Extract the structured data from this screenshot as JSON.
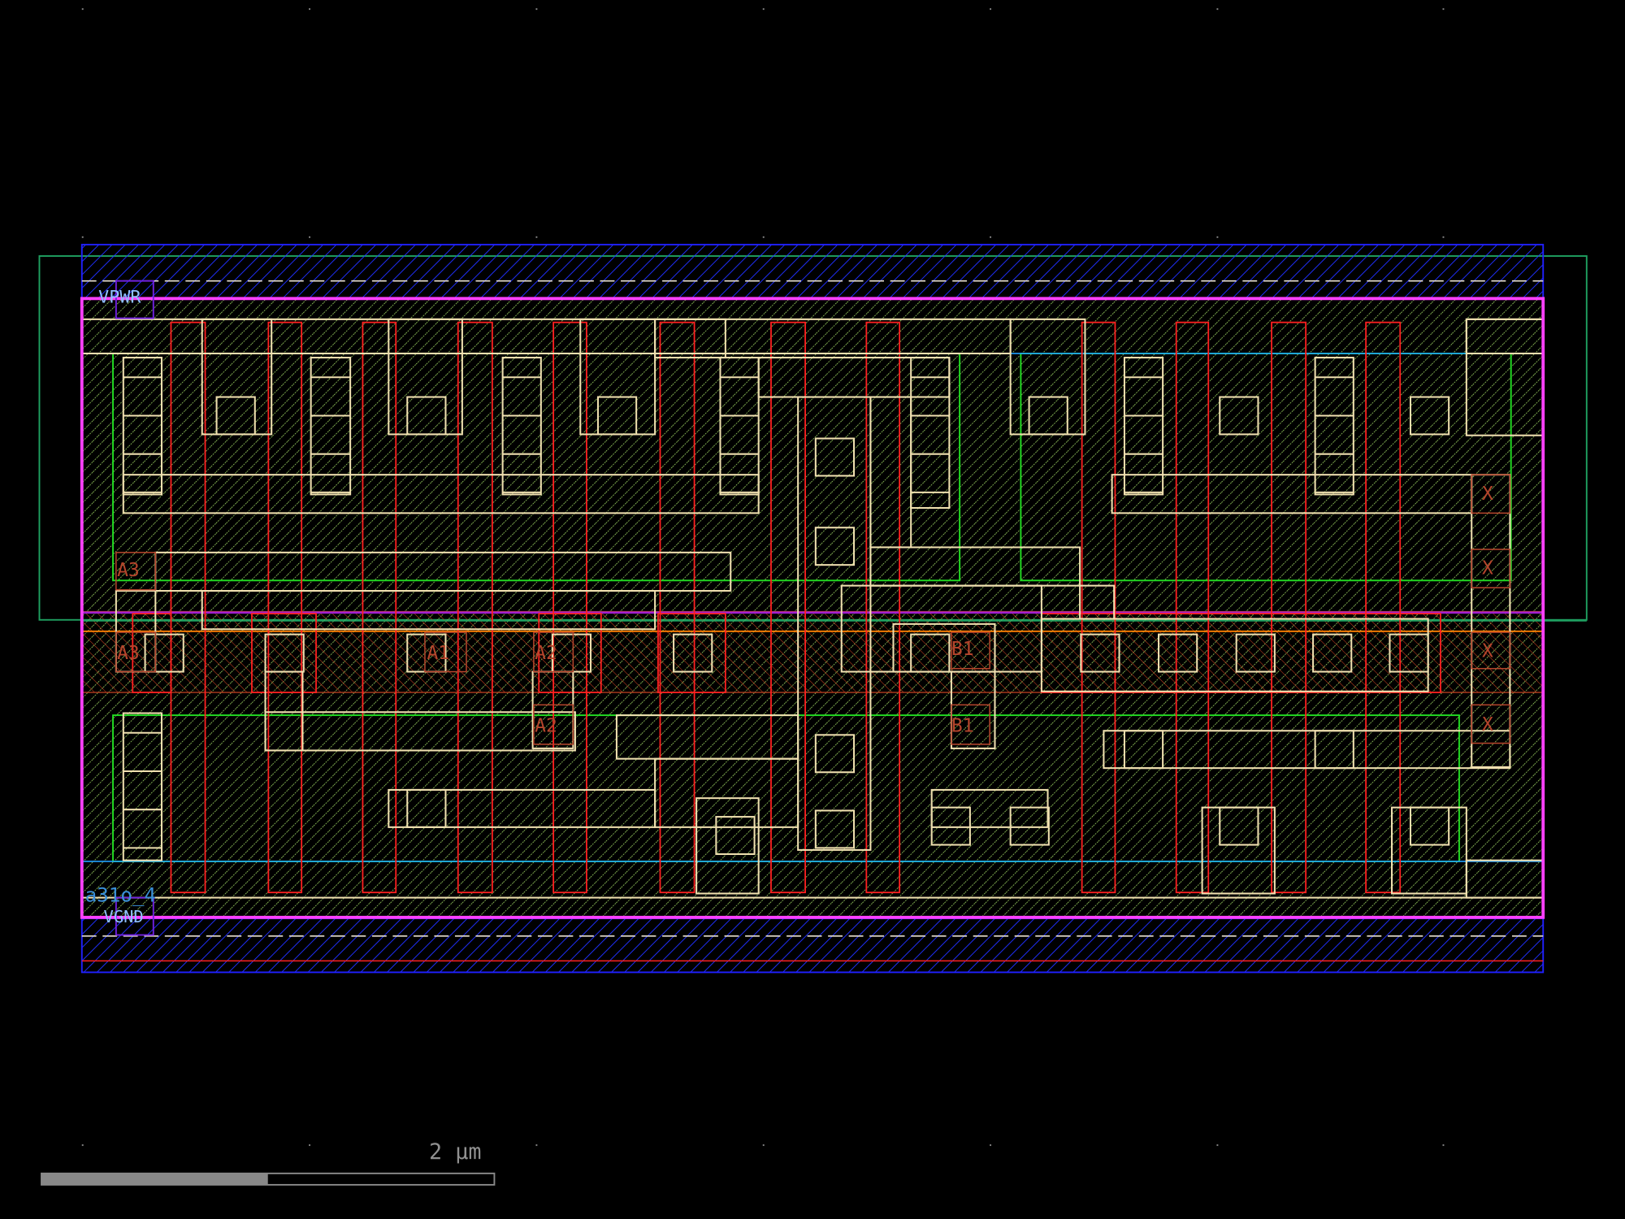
{
  "cell": {
    "name": "a31o_4",
    "power_label": "VPWR",
    "ground_label": "VGND"
  },
  "pins": {
    "a3": "A3",
    "a1": "A1",
    "a2": "A2",
    "b1": "B1",
    "x": "X"
  },
  "scale_bar": {
    "label": "2 µm",
    "fill_fraction": 0.5
  },
  "colors": {
    "background": "#000000",
    "boundary": "#ff40ff",
    "nwell": "#1fa060",
    "diff": "#22dd22",
    "poly": "#ff2020",
    "li": "#f0e0b0",
    "met1": "#2020ff",
    "pin_label": "#b5452c",
    "cell_label": "#3a8fd8"
  }
}
